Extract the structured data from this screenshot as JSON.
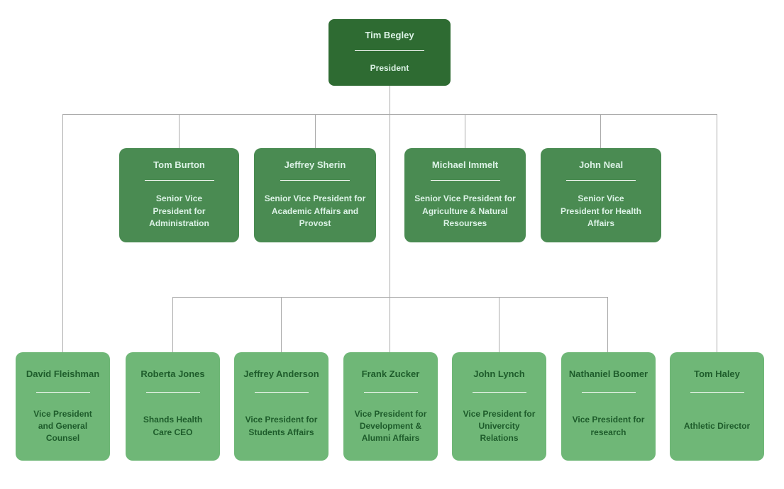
{
  "diagram": {
    "type": "org-chart",
    "levels": 3
  },
  "nodes": {
    "president": {
      "name": "Tim Begley",
      "title": "President"
    },
    "burton": {
      "name": "Tom Burton",
      "title": "Senior Vice President for Administration"
    },
    "sherin": {
      "name": "Jeffrey Sherin",
      "title": "Senior Vice President for Academic Affairs and Provost"
    },
    "immelt": {
      "name": "Michael Immelt",
      "title": "Senior Vice President for Agriculture & Natural Resourses"
    },
    "neal": {
      "name": "John Neal",
      "title": "Senior Vice President for Health Affairs"
    },
    "fleishman": {
      "name": "David Fleishman",
      "title": "Vice President and General Counsel"
    },
    "jones": {
      "name": "Roberta  Jones",
      "title": "Shands Health Care CEO"
    },
    "anderson": {
      "name": "Jeffrey Anderson",
      "title": "Vice President for Students Affairs"
    },
    "zucker": {
      "name": "Frank Zucker",
      "title": "Vice President for Development & Alumni Affairs"
    },
    "lynch": {
      "name": "John Lynch",
      "title": "Vice President for Univercity Relations"
    },
    "boomer": {
      "name": "Nathaniel Boomer",
      "title": "Vice President for research"
    },
    "haley": {
      "name": "Tom Haley",
      "title": "Athletic Director"
    }
  },
  "edges": [
    {
      "from": "president",
      "to": "burton"
    },
    {
      "from": "president",
      "to": "sherin"
    },
    {
      "from": "president",
      "to": "immelt"
    },
    {
      "from": "president",
      "to": "neal"
    },
    {
      "from": "president",
      "to": "fleishman"
    },
    {
      "from": "president",
      "to": "jones"
    },
    {
      "from": "president",
      "to": "anderson"
    },
    {
      "from": "president",
      "to": "zucker"
    },
    {
      "from": "president",
      "to": "lynch"
    },
    {
      "from": "president",
      "to": "boomer"
    },
    {
      "from": "president",
      "to": "haley"
    }
  ],
  "colors": {
    "level1_bg": "#2e6b32",
    "level2_bg": "#4a8b52",
    "level3_bg": "#6fb777",
    "light_text": "#dcf2e6",
    "dark_text": "#1e5c2b",
    "connector": "#ababab",
    "divider": "#ffffff",
    "background": "#ffffff"
  }
}
